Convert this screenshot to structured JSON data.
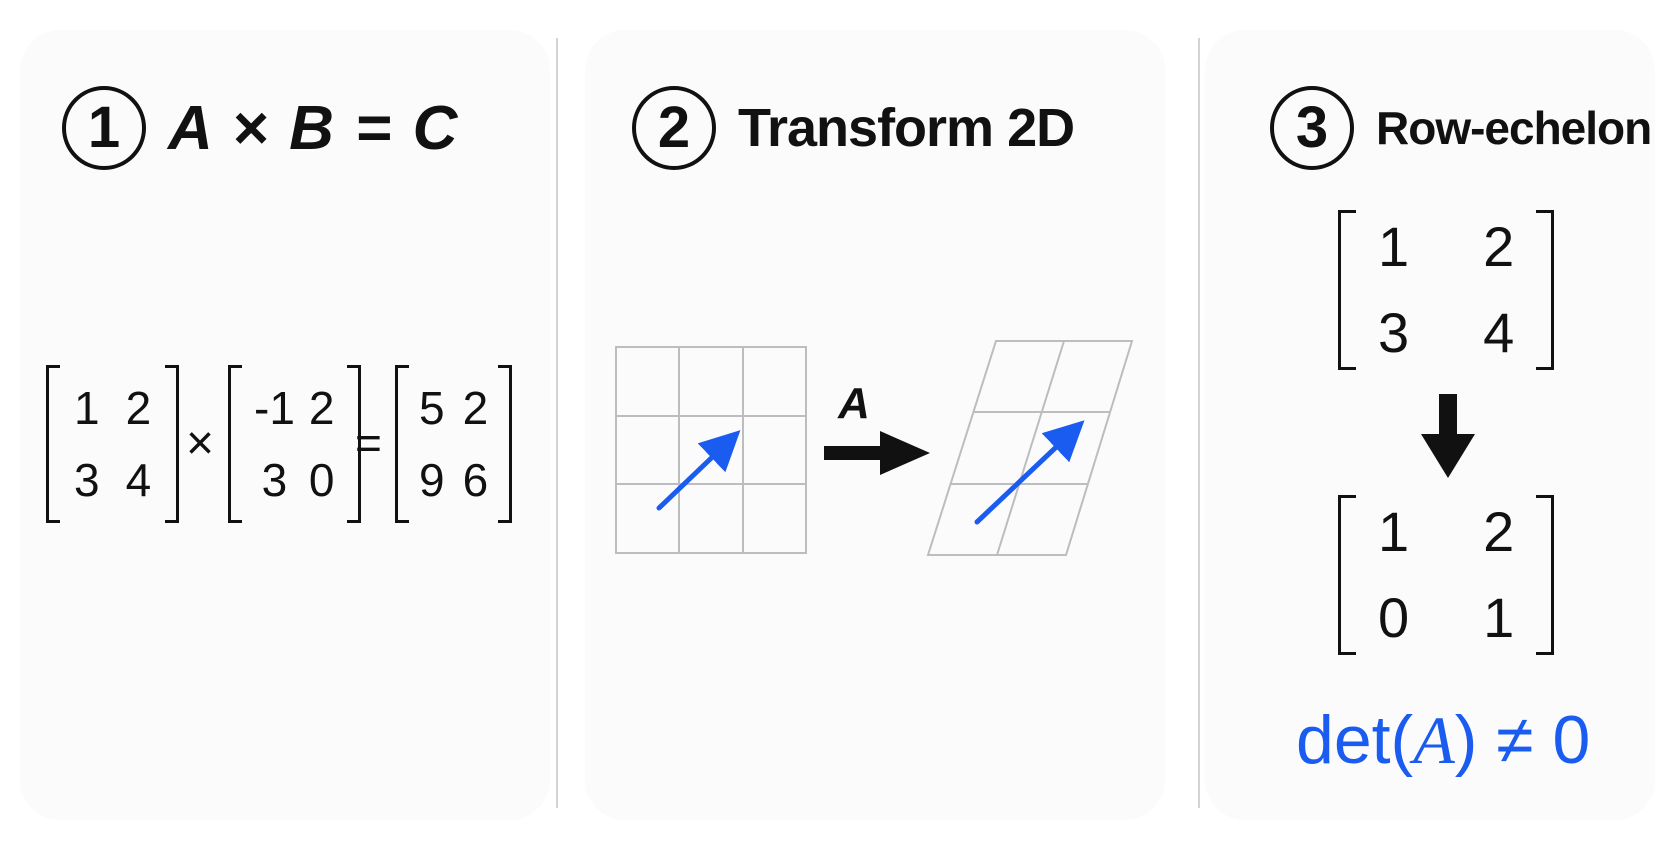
{
  "panels": [
    {
      "step": "1",
      "title": "A × B = C",
      "matrices": [
        {
          "cells": [
            "1",
            "2",
            "3",
            "4"
          ]
        },
        {
          "cells": [
            "-1",
            "2",
            "3",
            "0"
          ]
        },
        {
          "cells": [
            "5",
            "2",
            "9",
            "6"
          ]
        }
      ],
      "operators": [
        "×",
        "="
      ]
    },
    {
      "step": "2",
      "title": "Transform 2D",
      "arrow_label": "A"
    },
    {
      "step": "3",
      "title": "Row-echelon",
      "matrices": [
        {
          "cells": [
            "1",
            "2",
            "3",
            "4"
          ]
        },
        {
          "cells": [
            "1",
            "2",
            "0",
            "1"
          ]
        }
      ],
      "formula": {
        "prefix": "det(",
        "variable": "A",
        "suffix": ") ≠ 0"
      }
    }
  ],
  "colors": {
    "ink": "#111111",
    "vector": "#1a5cf0",
    "grid": "#bdbdbd",
    "divider": "#d4d4d4"
  }
}
